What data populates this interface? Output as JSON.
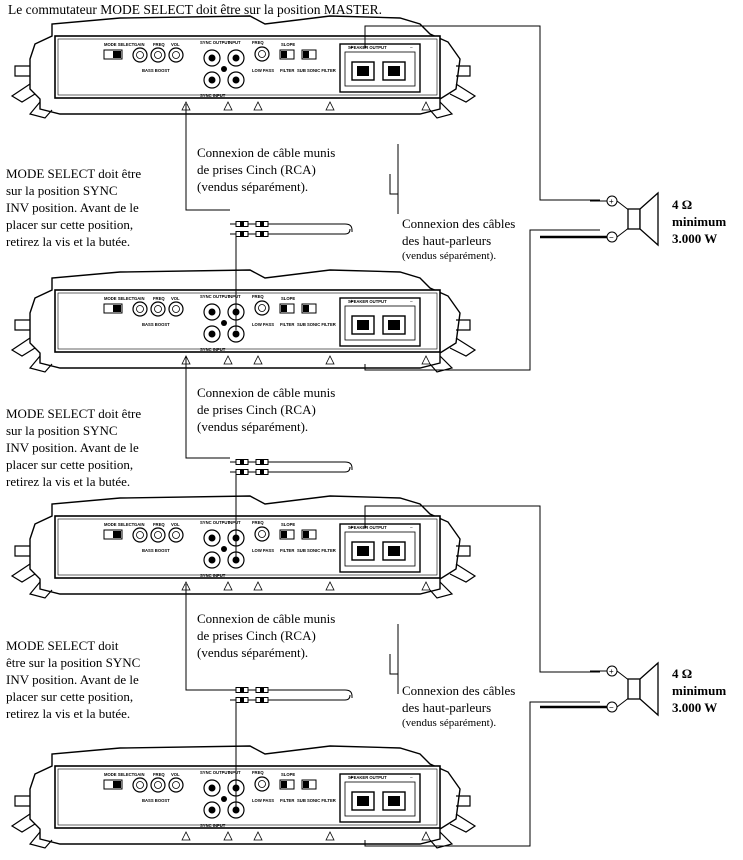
{
  "top_caption": "Le commutateur MODE SELECT doit être sur la position MASTER.",
  "mode_notes": [
    {
      "text": "MODE SELECT doit être\nsur la position SYNC\nINV position. Avant de le\nplacer sur cette position,\nretirez la vis et la butée."
    },
    {
      "text": "MODE SELECT doit être\nsur la position SYNC\nINV position. Avant de le\nplacer sur cette position,\nretirez la vis et la butée."
    },
    {
      "text": "MODE SELECT doit\nêtre sur la position SYNC\nINV position. Avant de le\nplacer sur cette position,\nretirez la vis et la butée."
    }
  ],
  "rca_captions": [
    {
      "text": "Connexion de câble munis\nde prises Cinch (RCA)\n(vendus séparément)."
    },
    {
      "text": "Connexion de câble munis\nde prises Cinch (RCA)\n(vendus séparément)."
    },
    {
      "text": "Connexion de câble munis\nde prises Cinch (RCA)\n(vendus séparément)."
    }
  ],
  "speaker_cable_captions": [
    {
      "main": "Connexion des câbles\ndes haut-parleurs",
      "sub": "(vendus séparément)."
    },
    {
      "main": "Connexion des câbles\ndes haut-parleurs",
      "sub": "(vendus séparément)."
    }
  ],
  "speakers": [
    {
      "spec": "4 Ω\nminimum\n3.000 W"
    },
    {
      "spec": "4 Ω\nminimum\n3.000 W"
    }
  ],
  "amp_panel_labels": {
    "mode": "MODE",
    "select": "SELECT",
    "gain": "GAIN",
    "freq": "FREQ",
    "vol": "VOL",
    "bass": "BASS",
    "boost": "BOOST",
    "sync_output": "SYNC OUTPUT",
    "sync_input": "SYNC INPUT",
    "input": "INPUT",
    "low_pass": "LOW PASS",
    "slope": "SLOPE",
    "filter": "FILTER",
    "sub_sonic": "SUB SONIC",
    "speaker_output": "SPEAKER OUTPUT"
  },
  "terminal_signs": {
    "plus": "+",
    "minus": "−"
  }
}
